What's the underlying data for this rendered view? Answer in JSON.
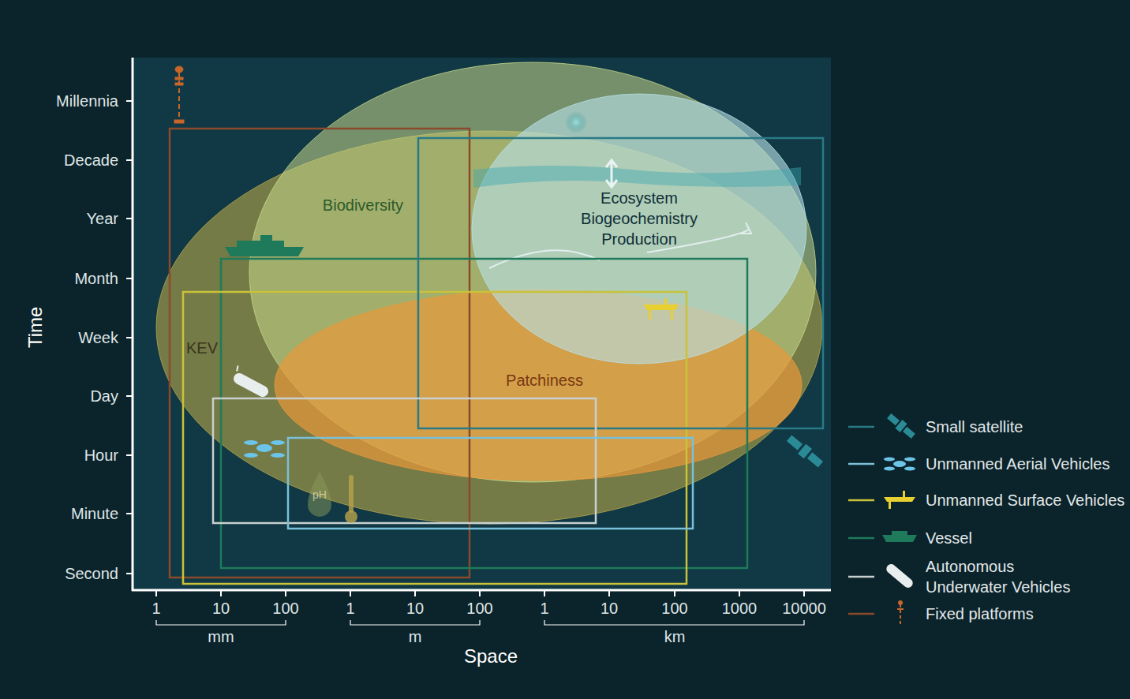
{
  "diagram": {
    "nodes": [
      {
        "text": [
          "Biodiversity"
        ]
      },
      {
        "text": [
          "Ecosystem Biogeochemistry Production"
        ]
      },
      {
        "text": [
          "KEV"
        ]
      },
      {
        "text": [
          "Patchiness"
        ]
      }
    ],
    "labels": [
      "Millennia",
      "Decade",
      "Year",
      "Month",
      "Week",
      "Day",
      "Hour",
      "Minute",
      "Second",
      "Time",
      "1",
      "10",
      "100",
      "1",
      "10",
      "100",
      "1",
      "10",
      "100",
      "1000",
      "10000",
      "mm",
      "m",
      "km",
      "Space",
      "pH"
    ],
    "legend": [
      {
        "text": "Small satellite"
      },
      {
        "text": "Unmanned Aerial Vehicles"
      },
      {
        "text": "Unmanned Surface Vehicles"
      },
      {
        "text": "Vessel"
      },
      {
        "text": "Autonomous Underwater Vehicles"
      },
      {
        "text": "Fixed platforms"
      }
    ]
  }
}
